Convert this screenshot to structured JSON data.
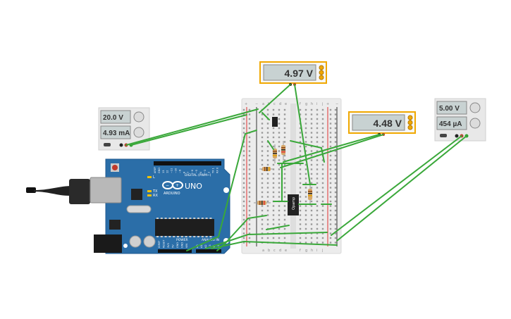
{
  "meters": {
    "voltmeter_top": {
      "reading": "4.97 V"
    },
    "voltmeter_right": {
      "reading": "4.48 V"
    }
  },
  "supplies": {
    "left": {
      "voltage": "20.0 V",
      "current": "4.93 mA"
    },
    "right": {
      "voltage": "5.00 V",
      "current": "454 µA"
    }
  },
  "arduino": {
    "brand": "ARDUINO",
    "model": "UNO",
    "header_digital": "DIGITAL (PWM~)",
    "header_power": "POWER",
    "header_analog": "ANALOG IN",
    "pins_digital": [
      "AREF",
      "GND",
      "13",
      "12",
      "~11",
      "~10",
      "~9",
      "8",
      "7",
      "~6",
      "~5",
      "4",
      "~3",
      "2",
      "TX 1",
      "RX 0"
    ],
    "pins_power": [
      "IOREF",
      "RESET",
      "3V3",
      "5V",
      "GND",
      "GND",
      "VIN"
    ],
    "pins_analog": [
      "A0",
      "A1",
      "A2",
      "A3",
      "A4",
      "A5"
    ],
    "led_labels": [
      "L",
      "TX",
      "RX"
    ]
  },
  "ic": {
    "label": "Opamp"
  },
  "breadboard": {
    "cols_left": [
      "a",
      "b",
      "c",
      "d",
      "e"
    ],
    "cols_right": [
      "f",
      "g",
      "h",
      "i",
      "j"
    ],
    "rail_plus": "+",
    "rail_minus": "−"
  },
  "colors": {
    "wire": "#3aa83a",
    "arduino_board": "#2b6ea8",
    "meter_border": "#f0a800",
    "lcd": "#c8d2d2"
  }
}
